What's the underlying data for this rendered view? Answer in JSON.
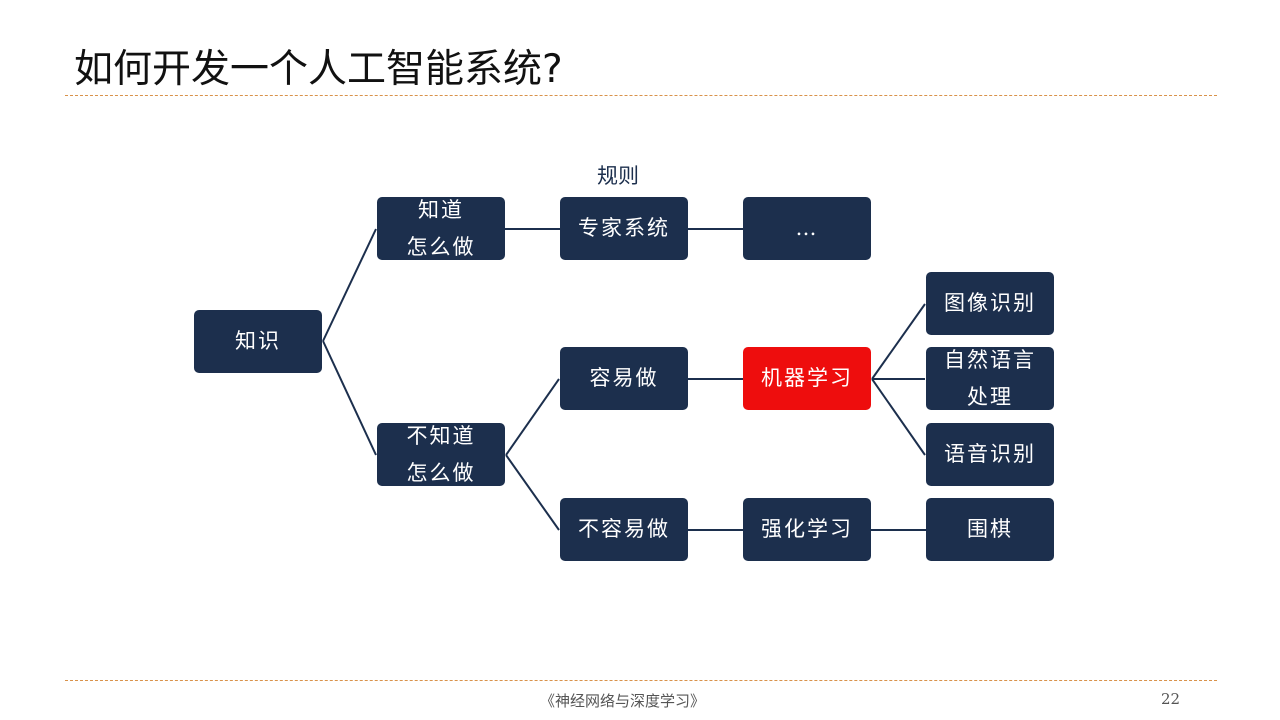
{
  "title": "如何开发一个人工智能系统?",
  "diagram": {
    "rule_label": "规则",
    "nodes": {
      "knowledge": "知识",
      "know_how": "知道\n怎么做",
      "dont_know_how": "不知道\n怎么做",
      "expert_system": "专家系统",
      "ellipsis": "…",
      "easy": "容易做",
      "not_easy": "不容易做",
      "machine_learning": "机器学习",
      "reinforcement_learning": "强化学习",
      "image_recognition": "图像识别",
      "nlp": "自然语言\n处理",
      "speech_recognition": "语音识别",
      "go": "围棋"
    },
    "colors": {
      "node": "#1c2f4d",
      "highlight": "#ee0d0d"
    }
  },
  "footer": {
    "book": "《神经网络与深度学习》",
    "page": "22"
  }
}
